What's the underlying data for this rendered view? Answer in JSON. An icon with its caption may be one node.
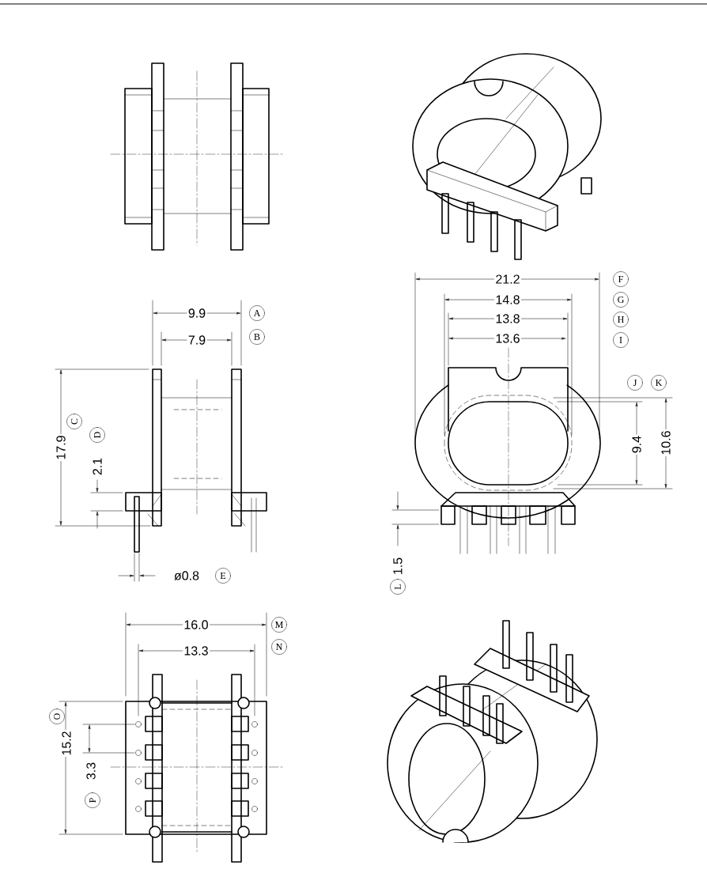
{
  "diagram": {
    "labels": [
      "9.9",
      "A",
      "7.9",
      "B",
      "17.9",
      "C",
      "D",
      "2.1",
      "ø0.8",
      "E",
      "21.2",
      "F",
      "14.8",
      "G",
      "13.8",
      "H",
      "13.6",
      "I",
      "J",
      "K",
      "9.4",
      "10.6",
      "1.5",
      "L",
      "16.0",
      "M",
      "13.3",
      "N",
      "O",
      "15.2",
      "3.3",
      "P"
    ]
  }
}
